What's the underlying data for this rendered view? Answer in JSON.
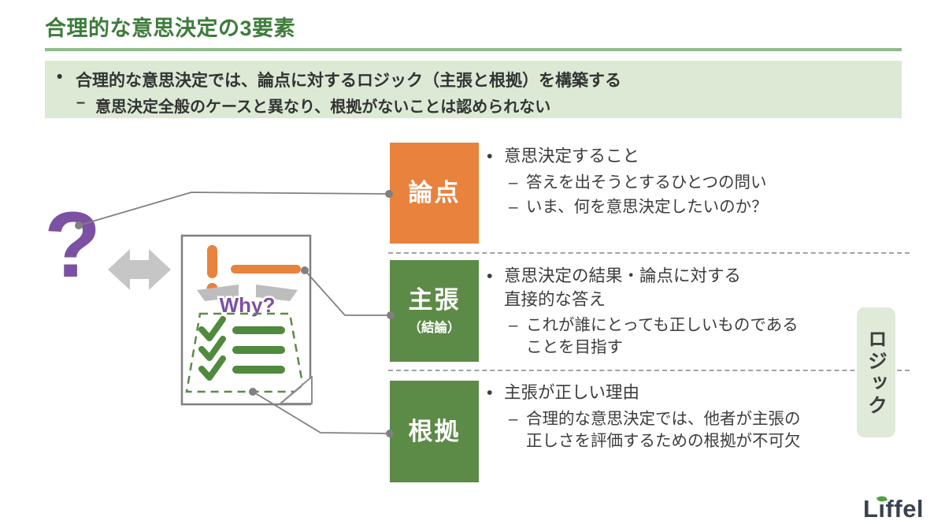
{
  "slide": {
    "title": "合理的な意思決定の3要素",
    "logo_text": "Liffel"
  },
  "markers": {
    "bullet": "•",
    "dash": "–"
  },
  "banner": {
    "line1": "合理的な意思決定では、論点に対するロジック（主張と根拠）を構築する",
    "line2": "意思決定全般のケースと異なり、根拠がないことは認められない"
  },
  "illustration": {
    "question_mark": "?",
    "why": "Why?"
  },
  "logic_box": {
    "label": "ロジック"
  },
  "sections": [
    {
      "label": "論点",
      "lines": {
        "main1": "意思決定すること",
        "sub1": "答えを出そうとするひとつの問い",
        "sub2": "いま、何を意思決定したいのか？"
      }
    },
    {
      "label": "主張",
      "sublabel": "（結論）",
      "lines": {
        "main1": "意思決定の結果・論点に対する",
        "main2": "直接的な答え",
        "sub1": "これが誰にとっても正しいものである",
        "sub1b": "ことを目指す"
      }
    },
    {
      "label": "根拠",
      "lines": {
        "main1": "主張が正しい理由",
        "sub1": "合理的な意思決定では、他者が主張の",
        "sub1b": "正しさを評価するための根拠が不可欠"
      }
    }
  ],
  "colors": {
    "title_green": "#3E7C3B",
    "underline_green": "#8FBC89",
    "banner_bg": "#DCE9D5",
    "issue_orange": "#E8823C",
    "box_green": "#5C8A47",
    "logic_bg": "#DFEAD8",
    "purple": "#7C50A2",
    "check_green": "#4F8A3D",
    "connector_gray": "#808080",
    "text_dark": "#3C3C3C"
  }
}
